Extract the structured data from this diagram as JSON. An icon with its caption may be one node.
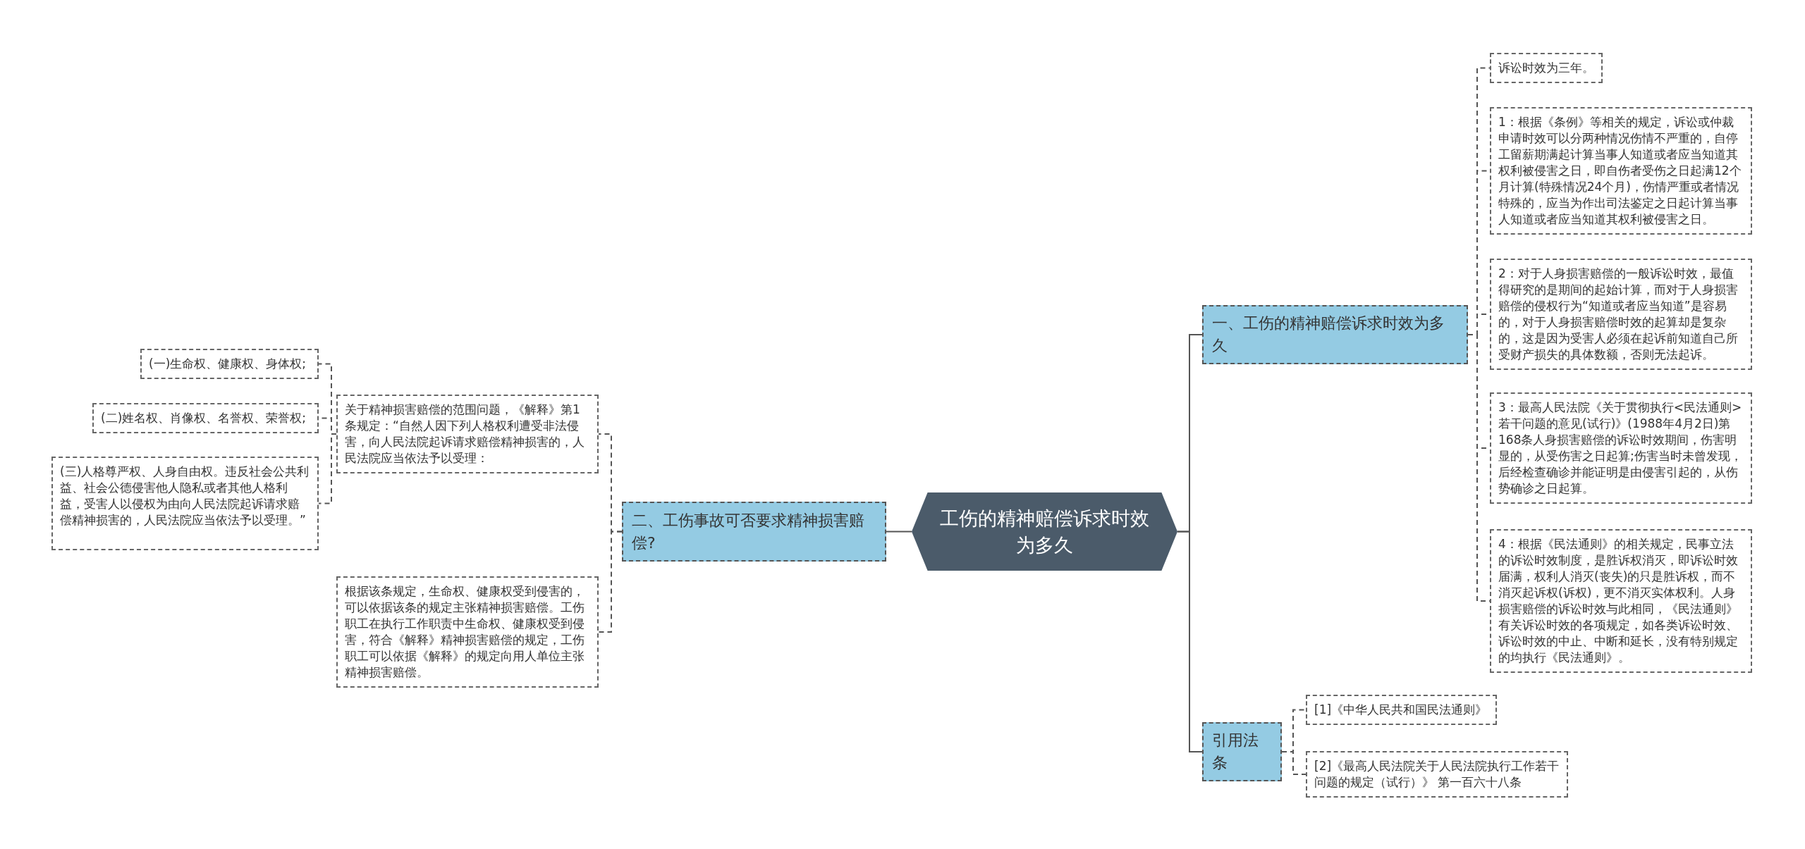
{
  "diagram": {
    "nodes": [
      {
        "text": [
          "工伤的精神赔偿诉求时效为多久"
        ]
      },
      {
        "text": [
          "一、工伤的精神赔偿诉求时效为多久"
        ]
      },
      {
        "text": [
          "诉讼时效为三年。"
        ]
      },
      {
        "text": [
          "1：根据《条例》等相关的规定，诉讼或仲裁申请时效可以分两种情况伤情不严重的，自停工留薪期满起计算当事人知道或者应当知道其权利被侵害之日，即自伤者受伤之日起满12个月计算(特殊情况24个月)，伤情严重或者情况特殊的，应当为作出司法鉴定之日起计算当事人知道或者应当知道其权利被侵害之日。"
        ]
      },
      {
        "text": [
          "2：对于人身损害赔偿的一般诉讼时效，最值得研究的是期间的起始计算，而对于人身损害赔偿的侵权行为“知道或者应当知道”是容易的，对于人身损害赔偿时效的起算却是复杂的，这是因为受害人必须在起诉前知道自己所受财产损失的具体数额，否则无法起诉。"
        ]
      },
      {
        "text": [
          "3：最高人民法院《关于贯彻执行<民法通则>若干问题的意见(试行)》(1988年4月2日)第168条人身损害赔偿的诉讼时效期间，伤害明显的，从受伤害之日起算;伤害当时未曾发现，后经检查确诊并能证明是由侵害引起的，从伤势确诊之日起算。"
        ]
      },
      {
        "text": [
          "4：根据《民法通则》的相关规定，民事立法的诉讼时效制度，是胜诉权消灭，即诉讼时效届满，权利人消灭(丧失)的只是胜诉权，而不消灭起诉权(诉权)，更不消灭实体权利。人身损害赔偿的诉讼时效与此相同，《民法通则》有关诉讼时效的各项规定，如各类诉讼时效、诉讼时效的中止、中断和延长，没有特别规定的均执行《民法通则》。"
        ]
      },
      {
        "text": [
          "引用法条"
        ]
      },
      {
        "text": [
          "[1]《中华人民共和国民法通则》"
        ]
      },
      {
        "text": [
          "[2]《最高人民法院关于人民法院执行工作若干问题的规定（试行）》 第一百六十八条"
        ]
      },
      {
        "text": [
          "二、工伤事故可否要求精神损害赔偿?"
        ]
      },
      {
        "text": [
          "关于精神损害赔偿的范围问题，《解释》第1条规定：“自然人因下列人格权利遭受非法侵害，向人民法院起诉请求赔偿精神损害的，人民法院应当依法予以受理："
        ]
      },
      {
        "text": [
          "(一)生命权、健康权、身体权;"
        ]
      },
      {
        "text": [
          "(二)姓名权、肖像权、名誉权、荣誉权;"
        ]
      },
      {
        "text": [
          "(三)人格尊严权、人身自由权。违反社会公共利益、社会公德侵害他人隐私或者其他人格利益，受害人以侵权为由向人民法院起诉请求赔偿精神损害的，人民法院应当依法予以受理。”"
        ]
      },
      {
        "text": [
          "根据该条规定，生命权、健康权受到侵害的，可以依据该条的规定主张精神损害赔偿。工伤职工在执行工作职责中生命权、健康权受到侵害，符合《解释》精神损害赔偿的规定，工伤职工可以依据《解释》的规定向用人单位主张精神损害赔偿。"
        ]
      }
    ],
    "edges": [
      {
        "from": 0,
        "to": 1,
        "arrow": "none"
      },
      {
        "from": 1,
        "to": 2,
        "arrow": "none",
        "style": "dashed"
      },
      {
        "from": 1,
        "to": 3,
        "arrow": "none",
        "style": "dashed"
      },
      {
        "from": 1,
        "to": 4,
        "arrow": "none",
        "style": "dashed"
      },
      {
        "from": 1,
        "to": 5,
        "arrow": "none",
        "style": "dashed"
      },
      {
        "from": 1,
        "to": 6,
        "arrow": "none",
        "style": "dashed"
      },
      {
        "from": 0,
        "to": 7,
        "arrow": "none"
      },
      {
        "from": 7,
        "to": 8,
        "arrow": "none",
        "style": "dashed"
      },
      {
        "from": 7,
        "to": 9,
        "arrow": "none",
        "style": "dashed"
      },
      {
        "from": 0,
        "to": 10,
        "arrow": "none"
      },
      {
        "from": 10,
        "to": 11,
        "arrow": "none",
        "style": "dashed"
      },
      {
        "from": 10,
        "to": 15,
        "arrow": "none",
        "style": "dashed"
      },
      {
        "from": 11,
        "to": 12,
        "arrow": "none",
        "style": "dashed"
      },
      {
        "from": 11,
        "to": 13,
        "arrow": "none",
        "style": "dashed"
      },
      {
        "from": 11,
        "to": 14,
        "arrow": "none",
        "style": "dashed"
      }
    ]
  }
}
